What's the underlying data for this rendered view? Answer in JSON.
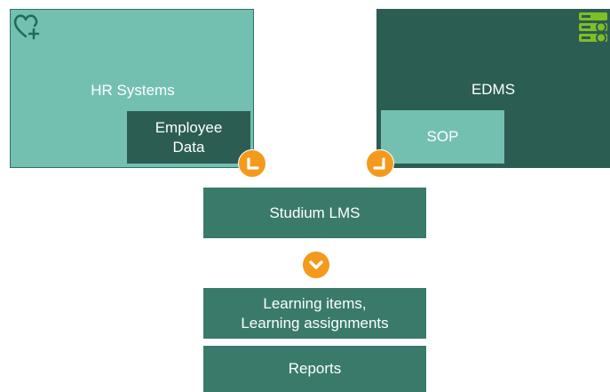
{
  "nodes": {
    "hr_systems": "HR Systems",
    "employee_data": "Employee\nData",
    "edms": "EDMS",
    "sop": "SOP",
    "studium_lms": "Studium LMS",
    "learning": "Learning items,\nLearning assignments",
    "reports": "Reports"
  },
  "icons": {
    "hr": "heart-plus-icon",
    "edms": "server-stack-icon",
    "arrows": "orange-circle-chevron"
  },
  "colors": {
    "light_teal": "#73c0b1",
    "dark_teal": "#2b5d53",
    "mid_teal": "#3a7a6b",
    "orange": "#f39a1d",
    "icon_green": "#7fbf26"
  }
}
